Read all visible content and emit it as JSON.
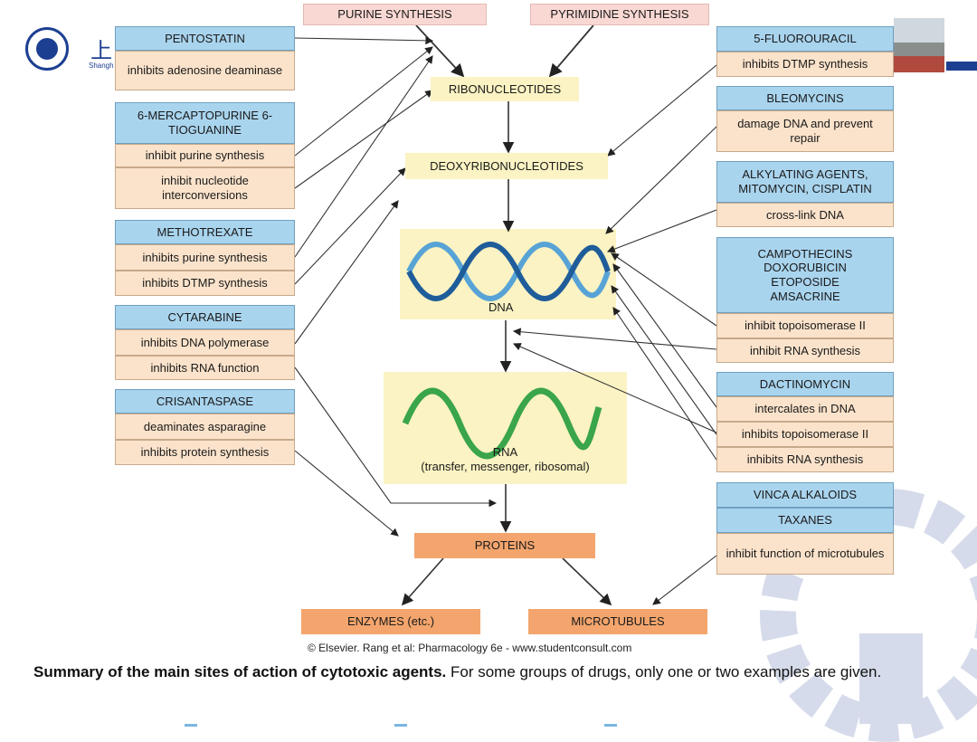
{
  "header": {
    "logo_text": "上",
    "logo_sub": "Shangh"
  },
  "top": {
    "purine": "PURINE SYNTHESIS",
    "pyrimidine": "PYRIMIDINE SYNTHESIS"
  },
  "pathway": {
    "ribonucleotides": "RIBONUCLEOTIDES",
    "deoxyribonucleotides": "DEOXYRIBONUCLEOTIDES",
    "dna": "DNA",
    "rna": "RNA",
    "rna_sub": "(transfer, messenger, ribosomal)",
    "proteins": "PROTEINS",
    "enzymes": "ENZYMES (etc.)",
    "microtubules": "MICROTUBULES"
  },
  "left_drugs": [
    {
      "name": "PENTOSTATIN",
      "effects": [
        "inhibits adenosine deaminase"
      ]
    },
    {
      "name": "6-MERCAPTOPURINE 6-TIOGUANINE",
      "effects": [
        "inhibit purine synthesis",
        "inhibit nucleotide interconversions"
      ]
    },
    {
      "name": "METHOTREXATE",
      "effects": [
        "inhibits purine synthesis",
        "inhibits DTMP synthesis"
      ]
    },
    {
      "name": "CYTARABINE",
      "effects": [
        "inhibits DNA polymerase",
        "inhibits RNA function"
      ]
    },
    {
      "name": "CRISANTASPASE",
      "effects": [
        "deaminates asparagine",
        "inhibits protein synthesis"
      ]
    }
  ],
  "right_drugs": [
    {
      "name": "5-FLUOROURACIL",
      "effects": [
        "inhibits DTMP synthesis"
      ]
    },
    {
      "name": "BLEOMYCINS",
      "effects": [
        "damage DNA and prevent repair"
      ]
    },
    {
      "name": "ALKYLATING AGENTS, MITOMYCIN, CISPLATIN",
      "effects": [
        "cross-link DNA"
      ]
    },
    {
      "name": "CAMPOTHECINS DOXORUBICIN ETOPOSIDE AMSACRINE",
      "effects": [
        "inhibit topoisomerase II",
        "inhibit RNA synthesis"
      ]
    },
    {
      "name": "DACTINOMYCIN",
      "effects": [
        "intercalates in DNA",
        "inhibits topoisomerase II",
        "inhibits RNA synthesis"
      ]
    },
    {
      "name": "VINCA ALKALOIDS",
      "name2": "TAXANES",
      "effects": [
        "inhibit function of microtubules"
      ]
    }
  ],
  "copyright": "© Elsevier. Rang et al: Pharmacology 6e - www.studentconsult.com",
  "caption": {
    "bold": "Summary of the main sites of action of cytotoxic agents.",
    "rest": " For some groups of drugs, only one or two examples are given."
  }
}
